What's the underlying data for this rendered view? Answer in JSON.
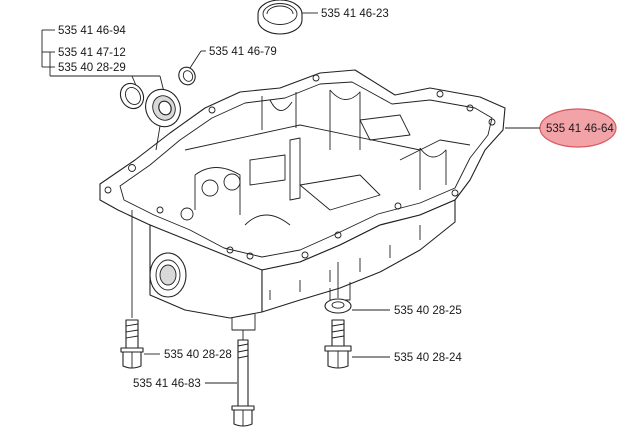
{
  "diagram": {
    "highlight_color": "#f2a3a8",
    "labels": {
      "seal_top": "535 41 46-23",
      "group_a": "535 41 46-94",
      "group_b": "535 41 47-12",
      "group_c": "535 40 28-29",
      "bushing": "535 41 46-79",
      "housing": "535 41 46-64",
      "washer": "535 40 28-25",
      "bolt_left": "535 40 28-28",
      "bolt_right": "535 40 28-24",
      "long_bolt": "535 41 46-83"
    }
  }
}
